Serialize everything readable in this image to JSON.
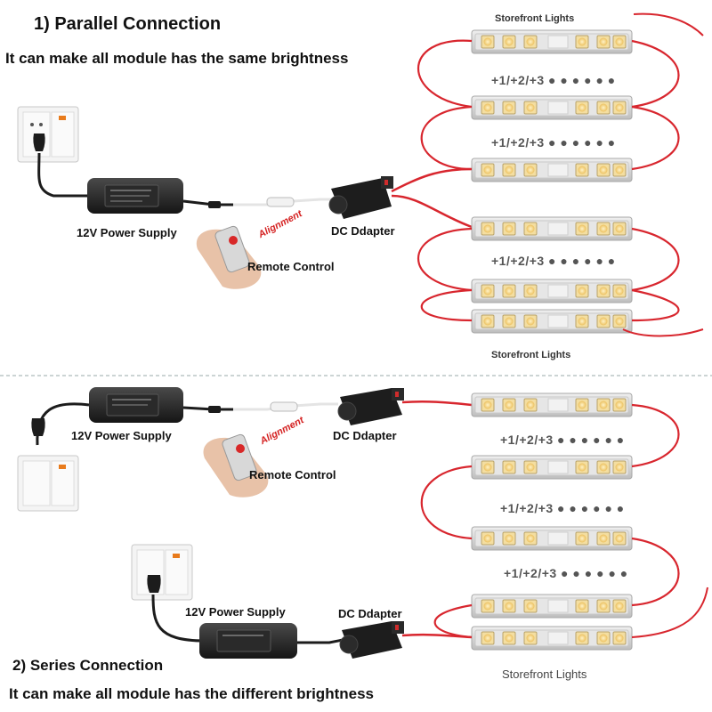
{
  "parallel": {
    "title": "1) Parallel Connection",
    "subtitle": "It can make all module has the same brightness",
    "power_supply_label": "12V Power Supply",
    "adapter_label": "DC Ddapter",
    "remote_label": "Remote Control",
    "alignment_label": "Alignment",
    "lights_label_top": "Storefront Lights",
    "lights_label_bottom": "Storefront Lights",
    "plus_text": "+1/+2/+3 ● ● ● ● ● ●"
  },
  "series": {
    "title": "2) Series Connection",
    "subtitle": "It can make all module has the different brightness",
    "power_supply_label_a": "12V Power Supply",
    "power_supply_label_b": "12V Power Supply",
    "adapter_label_a": "DC Ddapter",
    "adapter_label_b": "DC Ddapter",
    "remote_label": "Remote Control",
    "alignment_label": "Alignment",
    "lights_label": "Storefront Lights",
    "plus_text": "+1/+2/+3 ● ● ● ● ● ●"
  },
  "colors": {
    "wire": "#d8262e",
    "module_body": "#dcdcdc",
    "led_face": "#f4dea0",
    "led_core": "#f7c75a",
    "adapter": "#222222",
    "socket": "#f2f2f2"
  }
}
